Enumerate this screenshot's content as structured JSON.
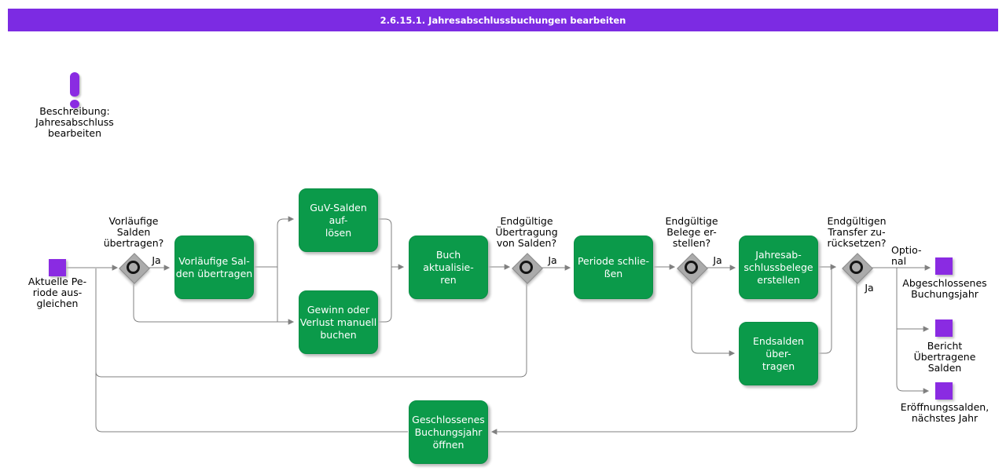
{
  "title": "2.6.15.1. Jahresabschlussbuchungen bearbeiten",
  "colors": {
    "banner_purple": "#7c2be3",
    "event_purple": "#8a2be2",
    "task_green": "#0b9a4a",
    "line_gray": "#808080",
    "gateway_gray": "#ababab"
  },
  "description": {
    "icon": "exclamation-icon",
    "text": "Beschreibung:\nJahresabschluss\nbearbeiten"
  },
  "events": [
    {
      "label": "Aktuelle Pe-\nriode aus-\ngleichen"
    },
    {
      "label": "Abgeschlossenes\nBuchungsjahr"
    },
    {
      "label": "Bericht\nÜbertragene\nSalden"
    },
    {
      "label": "Eröffnungssalden,\nnächstes Jahr"
    }
  ],
  "tasks": [
    {
      "label": "Vorläufige Sal-\nden übertragen"
    },
    {
      "label": "GuV-Salden auf-\nlösen"
    },
    {
      "label": "Gewinn oder\nVerlust manuell\nbuchen"
    },
    {
      "label": "Buch aktualisie-\nren"
    },
    {
      "label": "Periode schlie-\nßen"
    },
    {
      "label": "Jahresab-\nschlussbelege\nerstellen"
    },
    {
      "label": "Endsalden über-\ntragen"
    },
    {
      "label": "Geschlossenes\nBuchungsjahr\nöffnen"
    }
  ],
  "gateways": [
    {
      "label": "Vorläufige\nSalden\nübertragen?",
      "yes_label": "Ja"
    },
    {
      "label": "Endgültige\nÜbertragung\nvon Salden?",
      "yes_label": "Ja"
    },
    {
      "label": "Endgültige\nBelege er-\nstellen?",
      "yes_label": "Ja"
    },
    {
      "label": "Endgültigen\nTransfer zu-\nrücksetzen?",
      "yes_label": "Ja",
      "optional_label": "Optio-\nnal"
    }
  ]
}
